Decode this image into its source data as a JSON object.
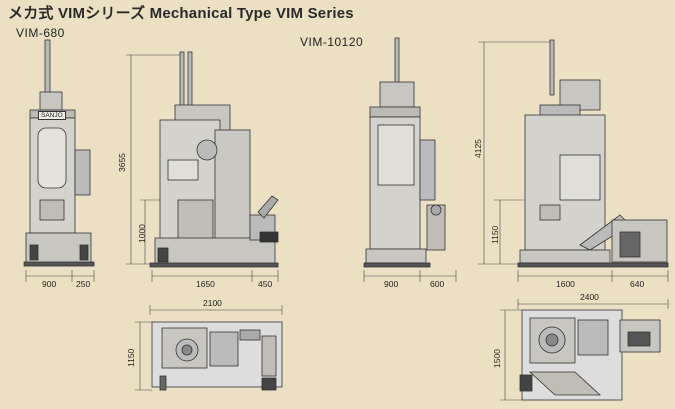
{
  "header": {
    "title": "メカ式 VIMシリーズ Mechanical Type VIM Series"
  },
  "colors": {
    "background": "#ece0c4",
    "machine_fill": "#d4d2cc",
    "machine_dark": "#3a3a3a",
    "line": "#444444"
  },
  "models": [
    {
      "name": "VIM-680",
      "dimensions": {
        "front_width": "900",
        "front_side": "250",
        "total_height": "3655",
        "table_height": "1000",
        "side_depth": "1650",
        "side_extra": "450",
        "plan_width": "2100",
        "plan_depth": "1150"
      }
    },
    {
      "name": "VIM-10120",
      "dimensions": {
        "front_width": "900",
        "front_side": "600",
        "total_height": "4125",
        "table_height": "1150",
        "side_depth": "1600",
        "side_extra": "640",
        "plan_width": "2400",
        "plan_depth": "1500"
      }
    }
  ],
  "plate_label": "SANJO"
}
